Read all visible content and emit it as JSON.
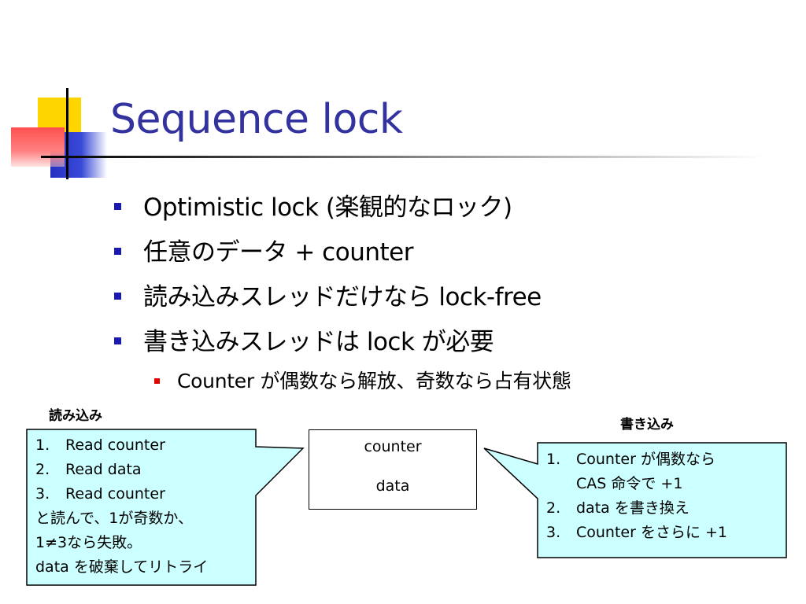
{
  "slide": {
    "title": "Sequence lock",
    "bullets": [
      {
        "text": "Optimistic lock (楽観的なロック)"
      },
      {
        "text": "任意のデータ + counter"
      },
      {
        "text": "読み込みスレッドだけなら lock-free"
      },
      {
        "text": "書き込みスレッドは lock が必要"
      }
    ],
    "sub_bullets": [
      {
        "text": "Counter が偶数なら解放、奇数なら占有状態"
      }
    ]
  },
  "diagram": {
    "reader": {
      "label": "読み込み",
      "steps": [
        {
          "num": "1.",
          "text": "Read counter"
        },
        {
          "num": "2.",
          "text": "Read data"
        },
        {
          "num": "3.",
          "text": "Read counter"
        }
      ],
      "notes": [
        "と読んで、1が奇数か、",
        "1≠3なら失敗。",
        "data を破棄してリトライ"
      ]
    },
    "writer": {
      "label": "書き込み",
      "steps": [
        {
          "num": "1.",
          "text": "Counter が偶数なら"
        },
        {
          "num": "",
          "text": "CAS 命令で +1"
        },
        {
          "num": "2.",
          "text": "data を書き換え"
        },
        {
          "num": "3.",
          "text": "Counter をさらに +1"
        }
      ]
    },
    "shared": {
      "counter_label": "counter",
      "data_label": "data"
    }
  },
  "colors": {
    "title": "#3333a0",
    "bullet_level1": "#1a1ab0",
    "bullet_level2": "#e00000",
    "callout_fill": "#ccffff",
    "deco_yellow": "#ffd500",
    "deco_blue": "#2530c0",
    "deco_red": "#ff5050"
  },
  "icons": {
    "logo": "colored-squares-logo",
    "bullet1": "blue-square-bullet",
    "bullet2": "red-square-bullet"
  }
}
